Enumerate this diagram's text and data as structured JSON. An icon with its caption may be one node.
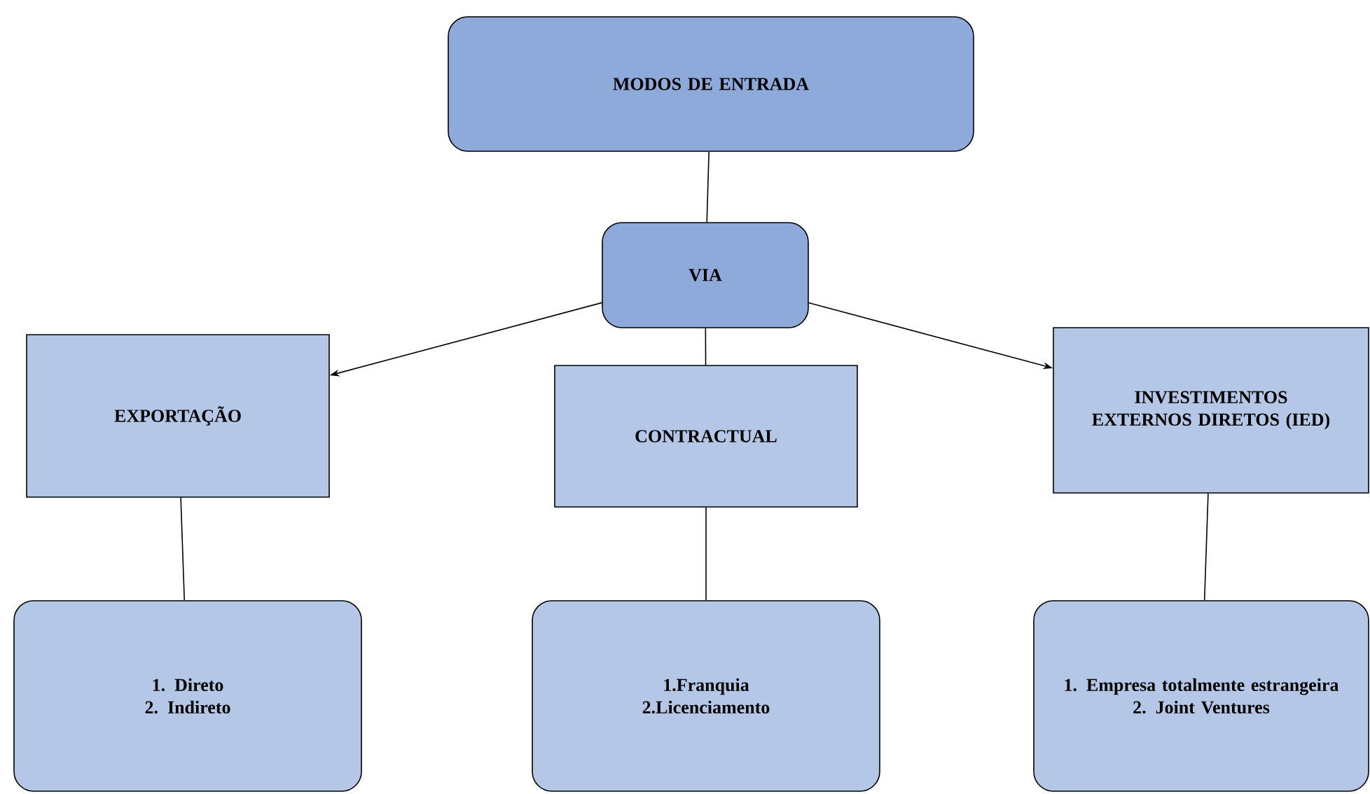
{
  "diagram": {
    "nodes": [
      {
        "text": [
          "MODOS DE ENTRADA"
        ]
      },
      {
        "text": [
          "VIA"
        ]
      },
      {
        "text": [
          "EXPORTAÇÃO"
        ]
      },
      {
        "text": [
          "CONTRACTUAL"
        ]
      },
      {
        "text": [
          "INVESTIMENTOS EXTERNOS DIRETOS (IED)"
        ]
      },
      {
        "text": [
          "1. Direto",
          "2. Indireto"
        ]
      },
      {
        "text": [
          "1.Franquia",
          "2.Licenciamento"
        ]
      },
      {
        "text": [
          "1. Empresa totalmente estrangeira",
          "2. Joint Ventures"
        ]
      }
    ],
    "edges": [
      {
        "from": 0,
        "to": 1,
        "arrow": "none"
      },
      {
        "from": 1,
        "to": 2,
        "arrow": "to"
      },
      {
        "from": 1,
        "to": 3,
        "arrow": "none"
      },
      {
        "from": 1,
        "to": 4,
        "arrow": "to"
      },
      {
        "from": 2,
        "to": 5,
        "arrow": "none"
      },
      {
        "from": 3,
        "to": 6,
        "arrow": "none"
      },
      {
        "from": 4,
        "to": 7,
        "arrow": "none"
      }
    ]
  }
}
